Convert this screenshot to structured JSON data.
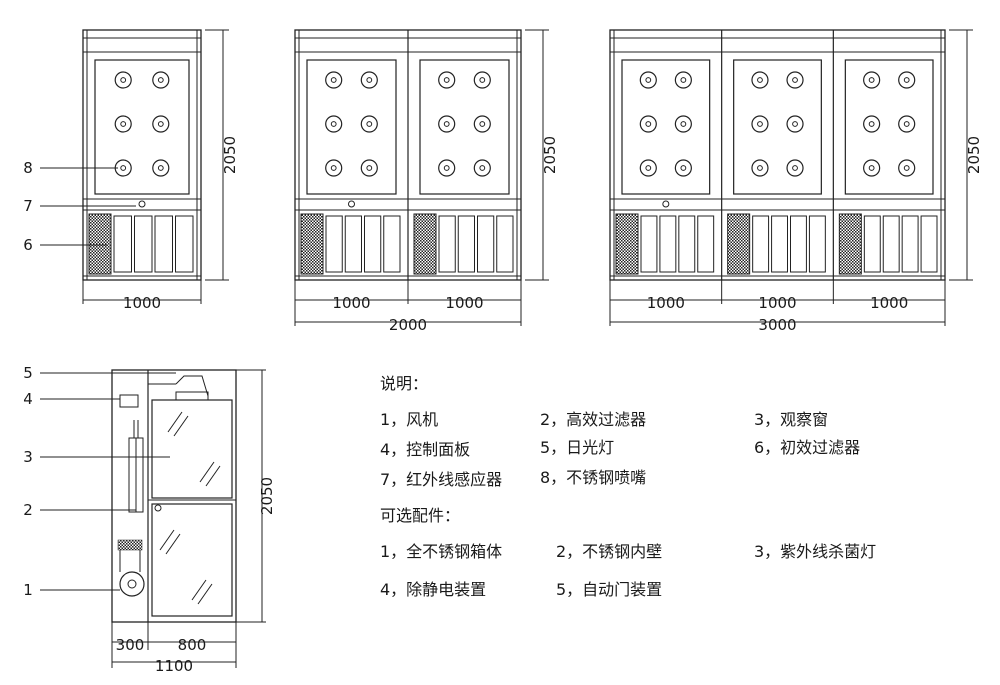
{
  "front_views": [
    {
      "height_label": "2050",
      "width_labels": [
        "1000"
      ],
      "total_label": ""
    },
    {
      "height_label": "2050",
      "width_labels": [
        "1000",
        "1000"
      ],
      "total_label": "2000"
    },
    {
      "height_label": "2050",
      "width_labels": [
        "1000",
        "1000",
        "1000"
      ],
      "total_label": "3000"
    }
  ],
  "callouts_front": [
    "8",
    "7",
    "6"
  ],
  "side_view": {
    "height_label": "2050",
    "width_labels": [
      "300",
      "800"
    ],
    "total_label": "1100",
    "callouts": [
      "5",
      "4",
      "3",
      "2",
      "1"
    ]
  },
  "legend": {
    "title": "说明：",
    "items": [
      "1，风机",
      "2，高效过滤器",
      "3，观察窗",
      "4，控制面板",
      "5，日光灯",
      "6，初效过滤器",
      "7，红外线感应器",
      "8，不锈钢喷嘴"
    ]
  },
  "options": {
    "title": "可选配件：",
    "items": [
      "1，全不锈钢箱体",
      "2，不锈钢内壁",
      "3，紫外线杀菌灯",
      "4，除静电装置",
      "5，自动门装置"
    ]
  }
}
